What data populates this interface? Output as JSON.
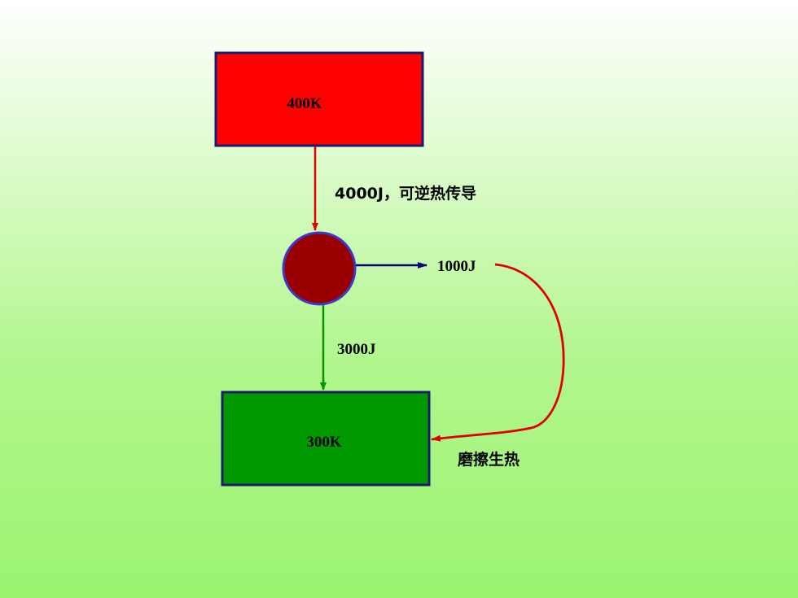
{
  "diagram": {
    "hot_reservoir": {
      "label": "400K",
      "color": "#ff0000"
    },
    "cold_reservoir": {
      "label": "300K",
      "color": "#009900"
    },
    "engine": {
      "color": "#990000",
      "border": "#3a3ac8"
    },
    "heat_in_label": "4000J，可逆热传导",
    "work_out_label": "1000J",
    "heat_out_label": "3000J",
    "friction_label": "磨擦生热",
    "colors": {
      "box_border": "#1c1c6e",
      "heat_in_arrow": "#e00000",
      "work_arrow": "#00007a",
      "heat_out_arrow": "#009900",
      "friction_arrow": "#e00000"
    }
  }
}
